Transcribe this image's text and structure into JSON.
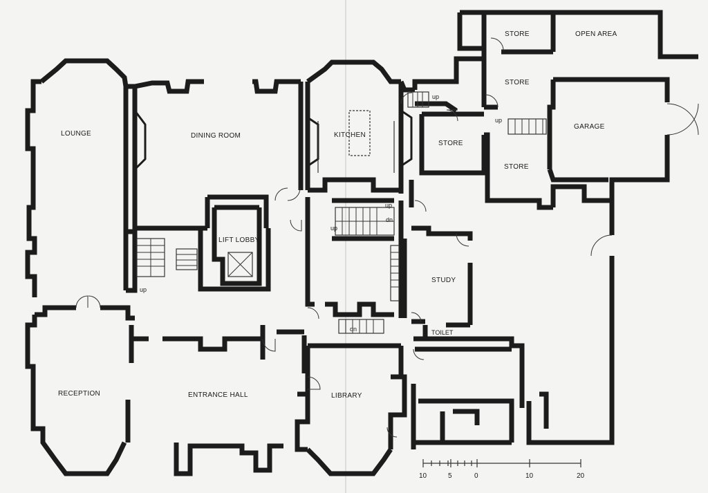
{
  "rooms": {
    "lounge": "LOUNGE",
    "dining_room": "DINING ROOM",
    "kitchen": "KITCHEN",
    "store_top": "STORE",
    "open_area": "OPEN AREA",
    "store_mid": "STORE",
    "store_left": "STORE",
    "store_lower": "STORE",
    "garage": "GARAGE",
    "lift_lobby": "LIFT LOBBY",
    "study": "STUDY",
    "toilet": "TOILET",
    "reception": "RECEPTION",
    "entrance_hall": "ENTRANCE HALL",
    "library": "LIBRARY"
  },
  "stair_labels": {
    "up_service": "up",
    "up_store": "up",
    "up_main_top": "up",
    "dn_main": "dn",
    "up_main_left": "up",
    "up_lobby": "up",
    "dn_lower": "dn"
  },
  "scale_bar": {
    "ticks": [
      "10",
      "5",
      "0",
      "10",
      "20"
    ]
  }
}
